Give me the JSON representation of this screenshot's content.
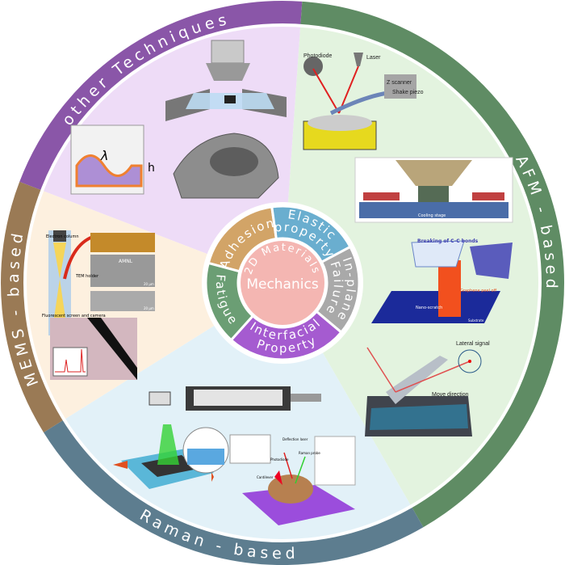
{
  "center": {
    "title": "Mechanics",
    "arc_label": "2D Materials",
    "color": "#f4b6b2"
  },
  "categories": [
    {
      "label": "Adhesion",
      "color": "#d2a467"
    },
    {
      "label_line1": "Elastic",
      "label_line2": "property",
      "color": "#6aaecf"
    },
    {
      "label_line1": "In-plane",
      "label_line2": "Failure",
      "color": "#a9a9a9"
    },
    {
      "label_line1": "Interfacial",
      "label_line2": "Property",
      "color": "#a55bd0"
    },
    {
      "label": "Fatigue",
      "color": "#6b9e74"
    }
  ],
  "techniques": [
    {
      "label": "other Techniques",
      "ring_color": "#8a56a8",
      "bg_color": "#eedcf7"
    },
    {
      "label": "AFM - based",
      "ring_color": "#5f8c64",
      "bg_color": "#e3f3df"
    },
    {
      "label": "Raman - based",
      "ring_color": "#5d7d8f",
      "bg_color": "#e2f1f8"
    },
    {
      "label": "MEMS - based",
      "ring_color": "#9a7a55",
      "bg_color": "#fdf0df"
    }
  ],
  "afm_panels": {
    "photodiode": "Photodiode",
    "laser": "Laser",
    "z_scanner": "Z scanner",
    "shake_piezo": "Shake piezo",
    "breaking": "Breaking of C-C bonds",
    "peel_off": "Graphene peel off",
    "nano_scratch": "Nano-scratch",
    "substrate": "Substrate",
    "lateral_signal": "Lateral signal",
    "move_direction": "Move direction",
    "cooling_stage": "Cooling stage"
  },
  "mems_panels": {
    "electron_column": "Electron column",
    "tem_holder": "TEM holder",
    "screen": "Fluorescent screen and camera",
    "amnl": "AMNL",
    "scale1": "20 μm",
    "scale2": "20 μm"
  },
  "raman_panels": {
    "deflection_laser": "Deflection laser",
    "raman_probe": "Raman probe",
    "photodiode": "Photodiode",
    "cantilever": "Cantilever"
  },
  "other_panels": {
    "lambda": "λ",
    "h": "h"
  }
}
